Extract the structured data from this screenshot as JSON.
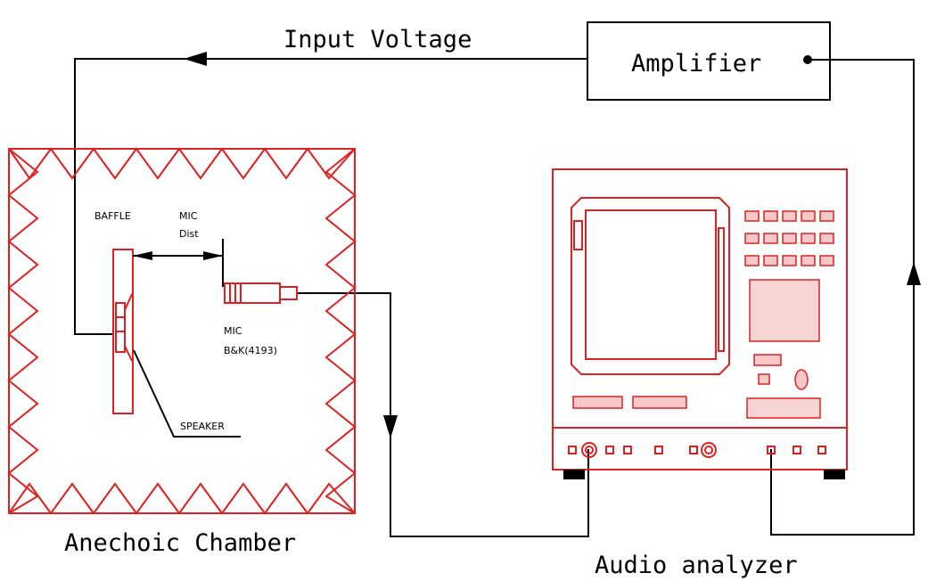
{
  "labels": {
    "input_voltage": "Input Voltage",
    "amplifier": "Amplifier",
    "baffle": "BAFFLE",
    "mic_dist_1": "MIC",
    "mic_dist_2": "Dist",
    "mic_1": "MIC",
    "mic_2": "B&K(4193)",
    "speaker": "SPEAKER",
    "anechoic_chamber": "Anechoic Chamber",
    "audio_analyzer": "Audio analyzer"
  },
  "colors": {
    "equipment": "#e02020",
    "wiring": "#000000"
  }
}
